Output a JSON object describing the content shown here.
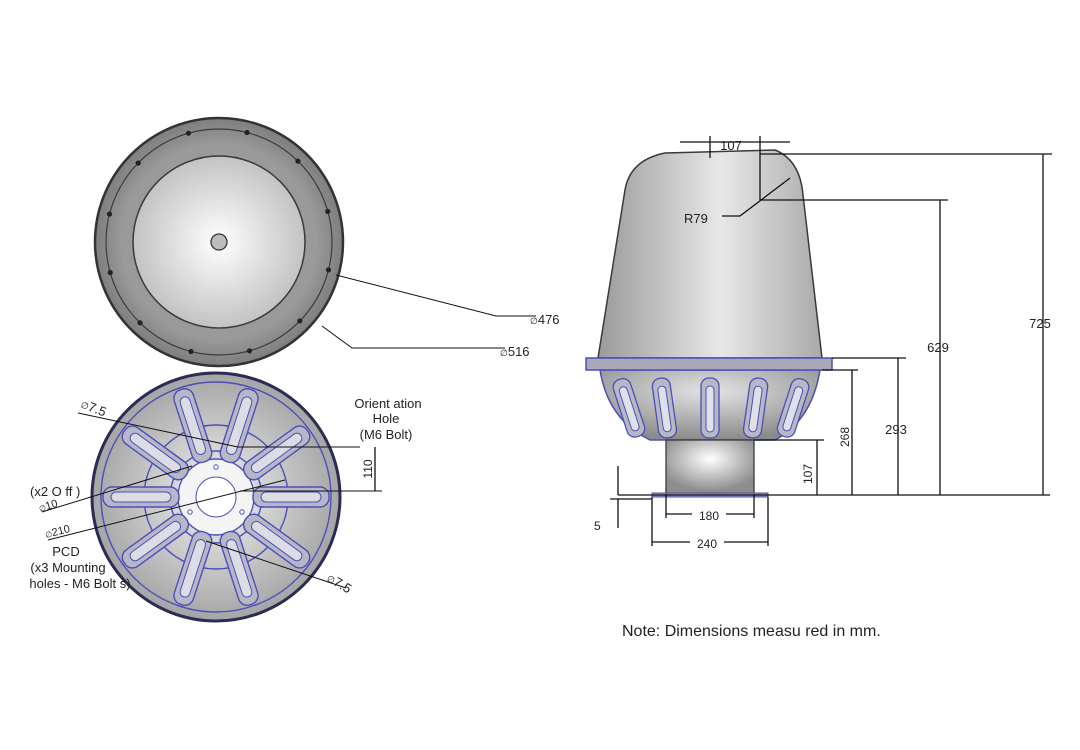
{
  "colors": {
    "outline": "#3a3a3a",
    "body_dark": "#8f8f8f",
    "body_light": "#f7f7f7",
    "wireframe_blue": "#4b4fb8",
    "dimension_line": "#111111"
  },
  "top_view": {
    "dia_inner": "476",
    "dia_outer": "516"
  },
  "bottom_view": {
    "hole_dia_top": "7.5",
    "orientation_line1": "Orient ation",
    "orientation_line2": "Hole",
    "orientation_line3": "(M6 Bolt)",
    "dim_110": "110",
    "offset_label": "(x2 O ff )",
    "dia_10": "10",
    "dia_210": "210",
    "pcd_line1": "PCD",
    "pcd_line2": "(x3 Mounting",
    "pcd_line3": "holes - M6 Bolt   s)",
    "hole_dia_bottom": "7.5"
  },
  "side_view": {
    "dim_top_width": "107",
    "dim_radius": "R79",
    "dim_total_height": "725",
    "dim_629": "629",
    "dim_293": "293",
    "dim_268": "268",
    "dim_base_height": "107",
    "dim_flange": "5",
    "dim_base_width": "180",
    "dim_foot_width": "240"
  },
  "note": "Note: Dimensions measu   red in mm."
}
